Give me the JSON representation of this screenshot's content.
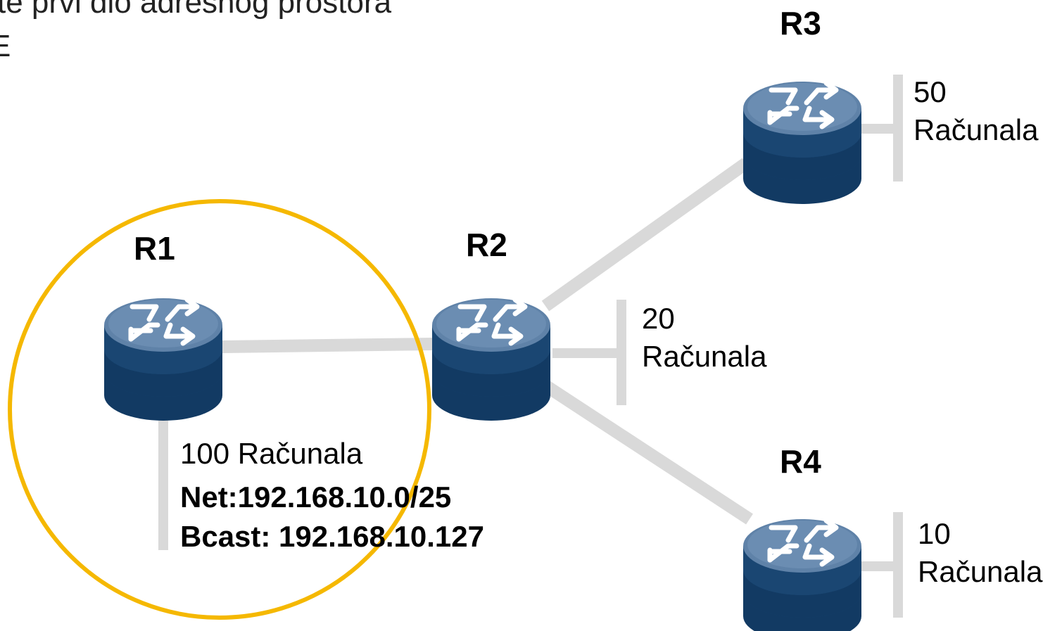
{
  "slide": {
    "title_fragment_line1": "te prvi dio adresnog prostora",
    "title_fragment_line2": "E"
  },
  "routers": [
    {
      "id": "R1",
      "label": "R1"
    },
    {
      "id": "R2",
      "label": "R2"
    },
    {
      "id": "R3",
      "label": "R3"
    },
    {
      "id": "R4",
      "label": "R4"
    }
  ],
  "lans": {
    "r1": {
      "hosts": "100 Računala",
      "net": "Net:192.168.10.0/25",
      "bcast": "Bcast: 192.168.10.127"
    },
    "r2": {
      "count": "20",
      "label": "Računala"
    },
    "r3": {
      "count": "50",
      "label": "Računala"
    },
    "r4": {
      "count": "10",
      "label": "Računala"
    }
  },
  "colors": {
    "link": "#d9d9d9",
    "router_body": "#1f4e79",
    "router_top": "#5b7fa6",
    "highlight_circle": "#f5b800"
  },
  "icons": {
    "router": "router-icon"
  }
}
